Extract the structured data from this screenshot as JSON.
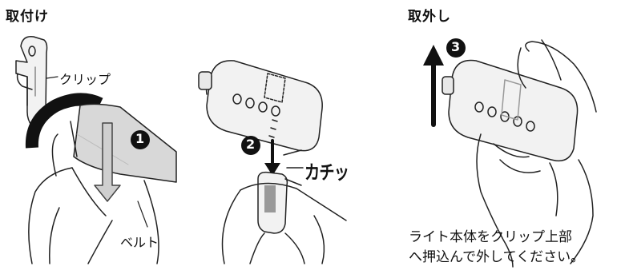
{
  "titles": {
    "attach": "取付け",
    "remove": "取外し"
  },
  "labels": {
    "clip": "クリップ",
    "belt": "ベルト",
    "click_sound": "カチッ"
  },
  "steps": [
    "1",
    "2",
    "3"
  ],
  "caption": {
    "line1": "ライト本体をクリップ上部",
    "line2": "へ押込んで外してください。"
  }
}
